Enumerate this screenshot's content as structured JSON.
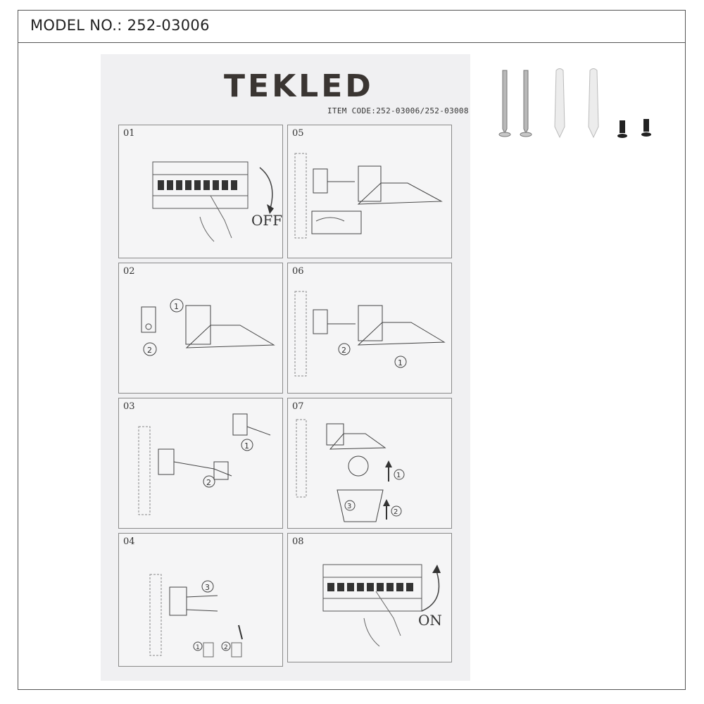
{
  "header": {
    "model_label": "MODEL NO.: 252-03006"
  },
  "sheet": {
    "brand": "TEKLED",
    "item_code": "ITEM CODE:252-03006/252-03008",
    "steps": [
      {
        "num": "01",
        "label": "OFF"
      },
      {
        "num": "02",
        "markers": [
          "1",
          "2"
        ]
      },
      {
        "num": "03",
        "markers": [
          "1",
          "2"
        ]
      },
      {
        "num": "04",
        "markers": [
          "3",
          "1",
          "2"
        ]
      },
      {
        "num": "05"
      },
      {
        "num": "06",
        "markers": [
          "2",
          "1"
        ]
      },
      {
        "num": "07",
        "markers": [
          "1",
          "3",
          "2"
        ]
      },
      {
        "num": "08",
        "label": "ON"
      }
    ]
  },
  "accessories": {
    "icons": [
      "screw-icon",
      "screw-icon",
      "wall-plug-icon",
      "wall-plug-icon",
      "bolt-icon",
      "bolt-icon"
    ]
  },
  "colors": {
    "sheet": "#f0f0f2",
    "line": "#555555",
    "brand": "#3a3532"
  }
}
